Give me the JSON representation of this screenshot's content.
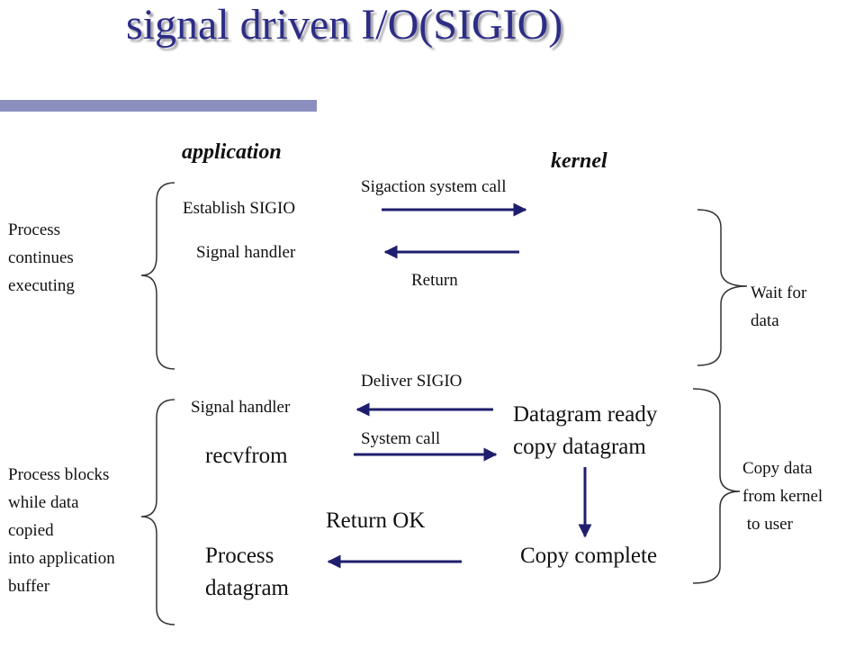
{
  "title": "signal driven I/O(SIGIO)",
  "colors": {
    "title": "#2d2d86",
    "accent_bar": "#8b8fbf",
    "arrows": "#1e1e6e"
  },
  "headers": {
    "application": "application",
    "kernel": "kernel"
  },
  "application": {
    "establish_sigio": "Establish SIGIO",
    "signal_handler_1": "Signal handler",
    "signal_handler_2": "Signal handler",
    "recvfrom": "recvfrom",
    "process_datagram": "Process\ndatagram"
  },
  "arrows": {
    "sigaction": "Sigaction system call",
    "return": "Return",
    "deliver_sigio": "Deliver SIGIO",
    "system_call": "System call",
    "return_ok": "Return OK"
  },
  "kernel": {
    "datagram_ready": "Datagram ready\ncopy datagram",
    "copy_complete": "Copy complete"
  },
  "annotations": {
    "process_continues": "Process\ncontinues\nexecuting",
    "process_blocks": "Process blocks\nwhile data\ncopied\ninto application\nbuffer",
    "wait_for_data": "Wait for\ndata",
    "copy_data": "Copy data\nfrom kernel\n to user"
  }
}
